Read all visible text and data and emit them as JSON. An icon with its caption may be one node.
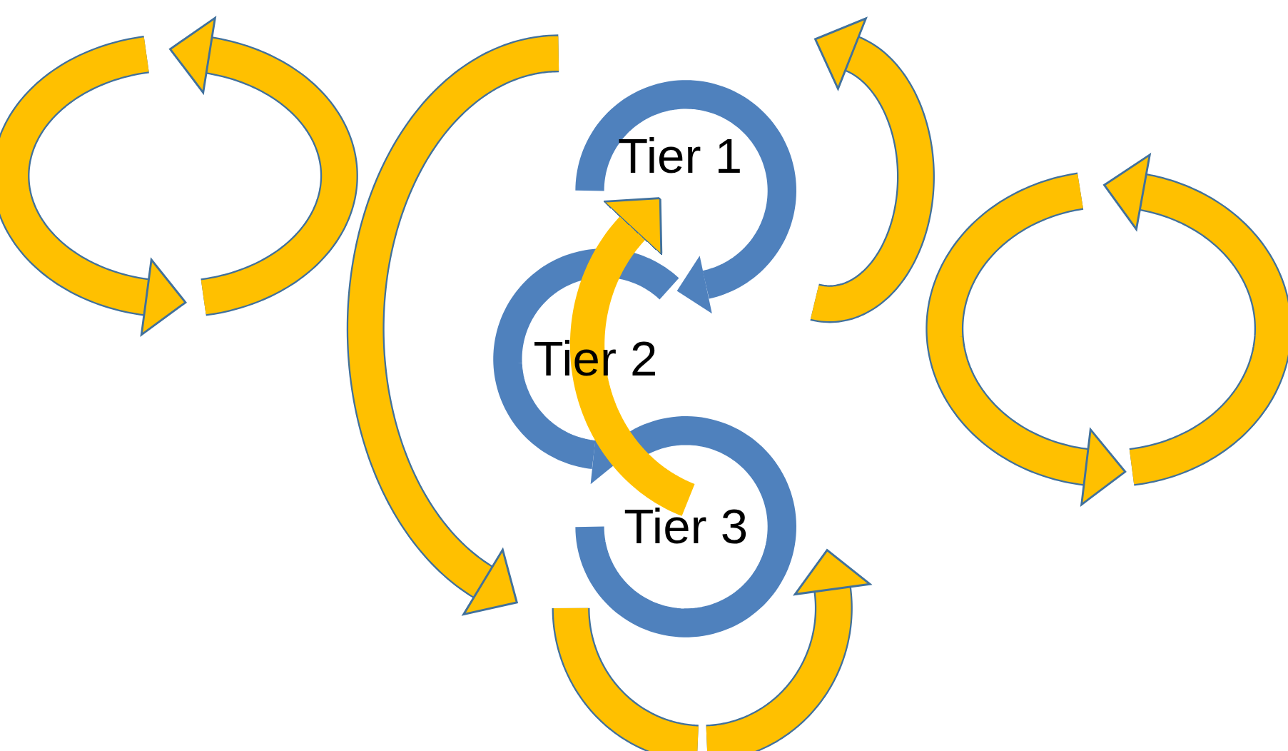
{
  "diagram": {
    "nodes": [
      {
        "text": [
          "Tier 1"
        ]
      },
      {
        "text": [
          "Tier 2"
        ]
      },
      {
        "text": [
          "Tier 3"
        ]
      }
    ],
    "edges": [
      {
        "from": 2,
        "to": 0,
        "arrow": "to"
      }
    ]
  }
}
